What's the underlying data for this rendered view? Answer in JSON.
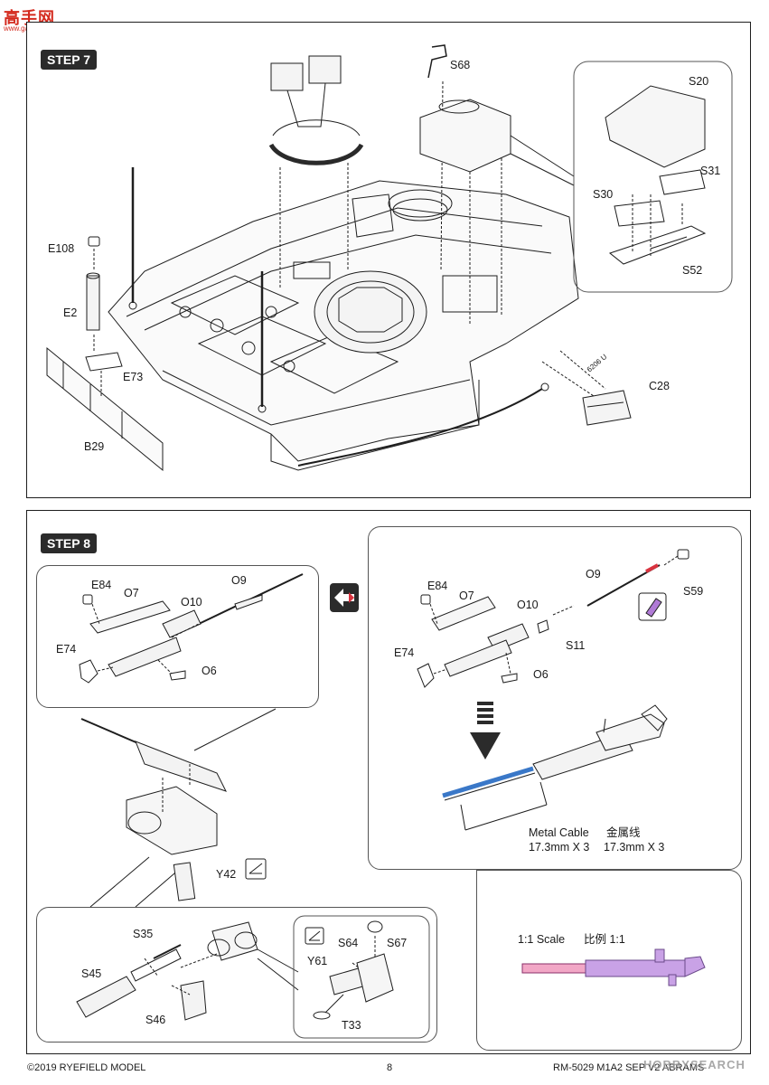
{
  "watermark": {
    "site_name": "高手网",
    "site_url": "www.gaoshou.com",
    "bottom_right": "HOBBYSEARCH"
  },
  "step7": {
    "badge": "STEP 7",
    "labels": {
      "S68": "S68",
      "S20": "S20",
      "S31": "S31",
      "S30": "S30",
      "S52": "S52",
      "E108": "E108",
      "E2": "E2",
      "E73": "E73",
      "B29": "B29",
      "C28": "C28",
      "hull_number": "6206 U"
    }
  },
  "step8": {
    "badge": "STEP 8",
    "left_top": {
      "E84": "E84",
      "O7": "O7",
      "O10": "O10",
      "O9": "O9",
      "E74": "E74",
      "O6": "O6"
    },
    "right_top": {
      "E84": "E84",
      "O7": "O7",
      "O10": "O10",
      "O9": "O9",
      "S59": "S59",
      "S11": "S11",
      "E74": "E74",
      "O6": "O6"
    },
    "Y42": "Y42",
    "metal_cable": {
      "label_en": "Metal Cable",
      "size_en": "17.3mm X 3",
      "label_cn": "金属线",
      "size_cn": "17.3mm X 3"
    },
    "bottom_left": {
      "S35": "S35",
      "S45": "S45",
      "S46": "S46",
      "Y61": "Y61",
      "S64": "S64",
      "S67": "S67",
      "T33": "T33"
    },
    "scale": {
      "label_en": "1:1 Scale",
      "label_cn": "比例 1:1"
    }
  },
  "footer": {
    "copyright": "©2019 RYEFIELD MODEL",
    "page": "8",
    "product": "RM-5029 M1A2 SEP V2 ABRAMS"
  },
  "colors": {
    "ink": "#1e1e1e",
    "watermark_red": "#d42a1e",
    "cable_blue": "#3a78c8",
    "scale_purple": "#c9a2e6",
    "accent_red": "#d9333f",
    "marker_purple": "#b07ad6"
  }
}
